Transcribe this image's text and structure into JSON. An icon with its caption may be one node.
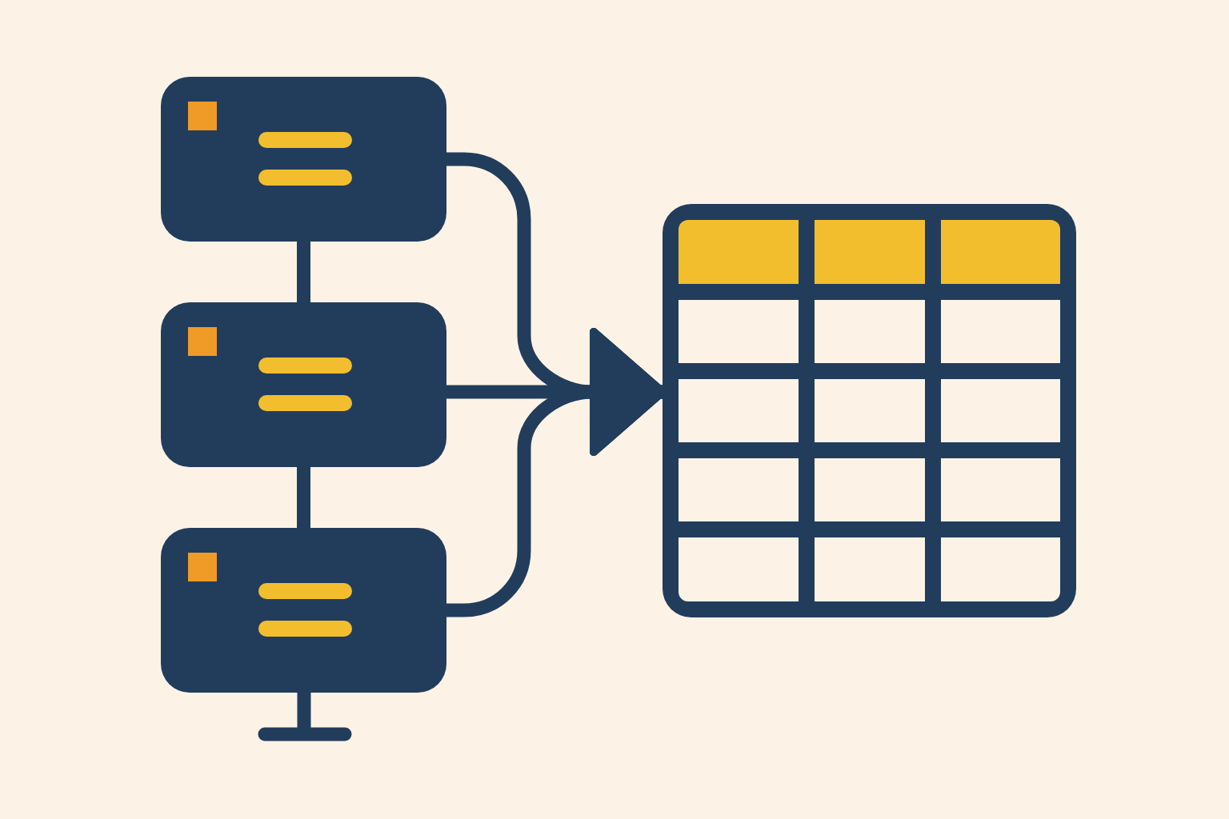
{
  "diagram": {
    "nodes": [
      {
        "text": [],
        "shape": "box"
      },
      {
        "text": [],
        "shape": "box"
      },
      {
        "text": [],
        "shape": "box"
      },
      {
        "text": [],
        "shape": "table"
      }
    ],
    "edges": [
      {
        "from": 0,
        "to": 1,
        "arrow": "none"
      },
      {
        "from": 1,
        "to": 2,
        "arrow": "none"
      },
      {
        "from": 0,
        "to": 3,
        "arrow": "to"
      },
      {
        "from": 1,
        "to": 3,
        "arrow": "to"
      },
      {
        "from": 2,
        "to": 3,
        "arrow": "to"
      }
    ]
  }
}
